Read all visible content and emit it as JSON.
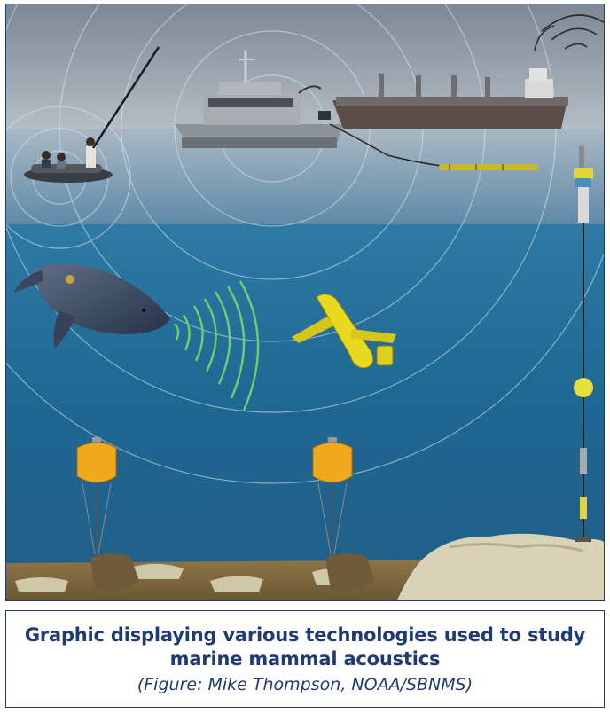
{
  "figure": {
    "alt": "Graphic displaying various technologies used to study marine mammal acoustics",
    "colors": {
      "sky": "#8e99a5",
      "sea_surface": "#9fb2c2",
      "deep_water": "#1e6d99",
      "seafloor": "#7a6440",
      "glider": "#e6d21e",
      "recorder": "#f0a91c",
      "whale_call_waves": "#6fcf6a",
      "ship_sound_waves": "#d9e5ee"
    },
    "icons": [
      "small-boat-icon",
      "research-vessel-icon",
      "cargo-ship-icon",
      "towed-array-icon",
      "surface-buoy-icon",
      "humpback-whale-icon",
      "ocean-glider-icon",
      "seafloor-recorder-icon"
    ]
  },
  "caption": {
    "title": "Graphic displaying various technologies used to study marine mammal acoustics",
    "credit": "(Figure: Mike Thompson, NOAA/SBNMS)"
  }
}
